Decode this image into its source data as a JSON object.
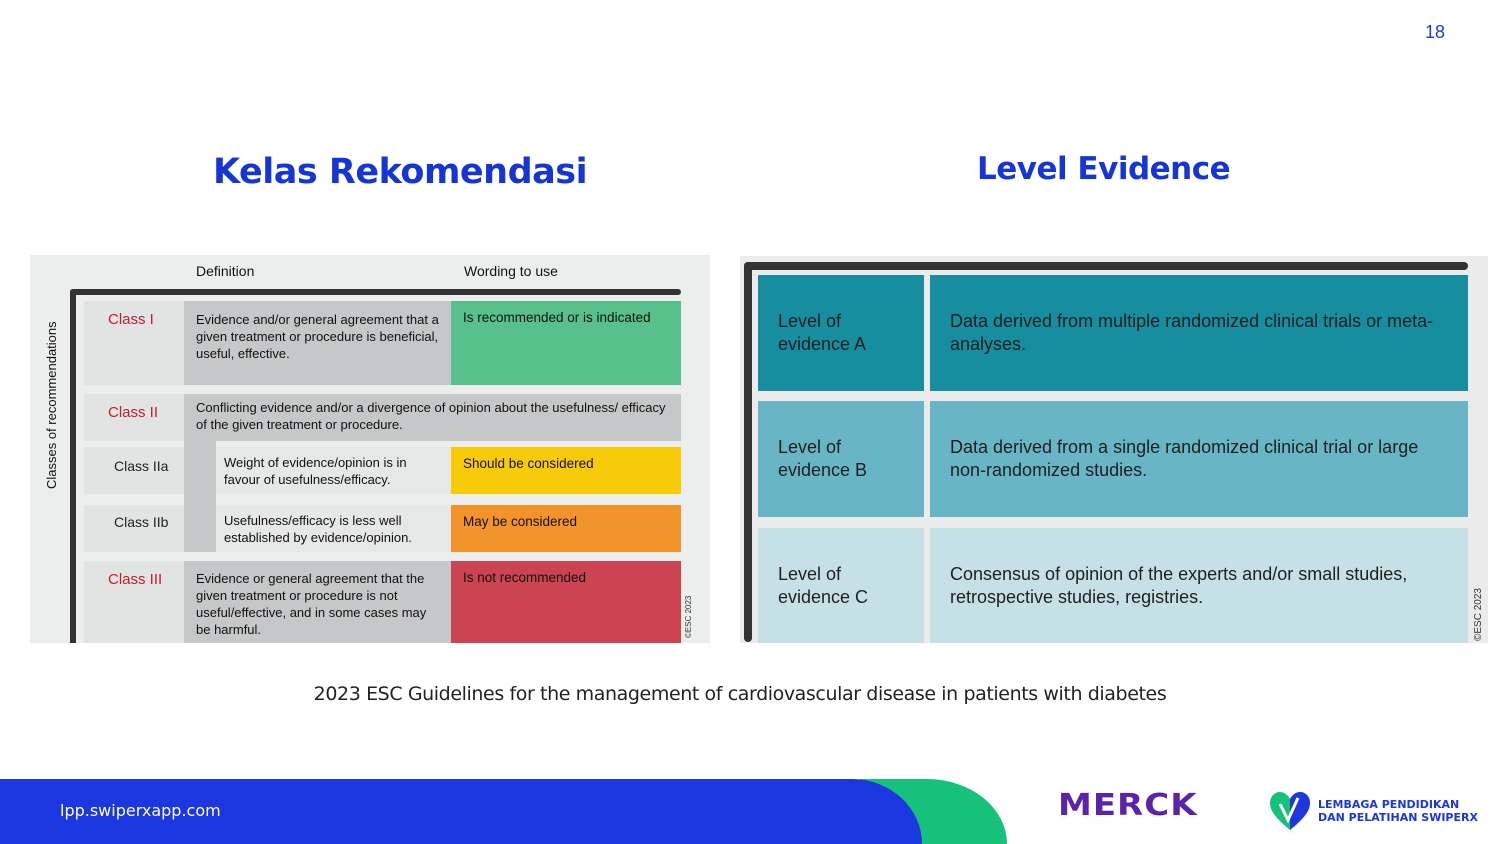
{
  "page_number": "18",
  "headings": {
    "left": "Kelas Rekomendasi",
    "right": "Level Evidence"
  },
  "recommendations": {
    "col_definition": "Definition",
    "col_wording": "Wording to use",
    "side_label": "Classes of recommendations",
    "copyright": "©ESC 2023",
    "class1": {
      "label": "Class I",
      "definition": "Evidence and/or general agreement that a given treatment or procedure is beneficial, useful, effective.",
      "wording": "Is recommended or is indicated",
      "color": "#58c08a"
    },
    "class2": {
      "label": "Class II",
      "definition": "Conflicting evidence and/or a divergence of opinion about the usefulness/ efficacy of the given treatment or procedure."
    },
    "class2a": {
      "label": "Class IIa",
      "definition": "Weight of evidence/opinion is in favour of usefulness/efficacy.",
      "wording": "Should be considered",
      "color": "#f8cb0a"
    },
    "class2b": {
      "label": "Class IIb",
      "definition": "Usefulness/efficacy is less well established by evidence/opinion.",
      "wording": "May be considered",
      "color": "#f2942a"
    },
    "class3": {
      "label": "Class III",
      "definition": "Evidence or general agreement that the given treatment or procedure is not useful/effective, and in some cases may be harmful.",
      "wording": "Is not recommended",
      "color": "#cc4352"
    }
  },
  "evidence": {
    "copyright": "©ESC 2023",
    "a": {
      "level": "Level of evidence A",
      "description": "Data derived from multiple randomized clinical trials or meta-analyses.",
      "color": "#178ea0"
    },
    "b": {
      "level": "Level of evidence B",
      "description": "Data derived from a single randomized clinical trial or large non-randomized studies.",
      "color": "#68b6c5"
    },
    "c": {
      "level": "Level of evidence C",
      "description": "Consensus of opinion of the experts and/or small studies, retrospective studies, registries.",
      "color": "#c6e1e6"
    }
  },
  "source": "2023 ESC Guidelines for the management of cardiovascular disease in patients with diabetes",
  "footer": {
    "url": "lpp.swiperxapp.com",
    "logo_merck": "MERCK",
    "logo_lpp_line1": "LEMBAGA PENDIDIKAN",
    "logo_lpp_line2": "DAN PELATIHAN SWIPERX"
  },
  "colors": {
    "brand_blue": "#1c36e0",
    "brand_green": "#16c27a",
    "merck_purple": "#5a23a8"
  }
}
